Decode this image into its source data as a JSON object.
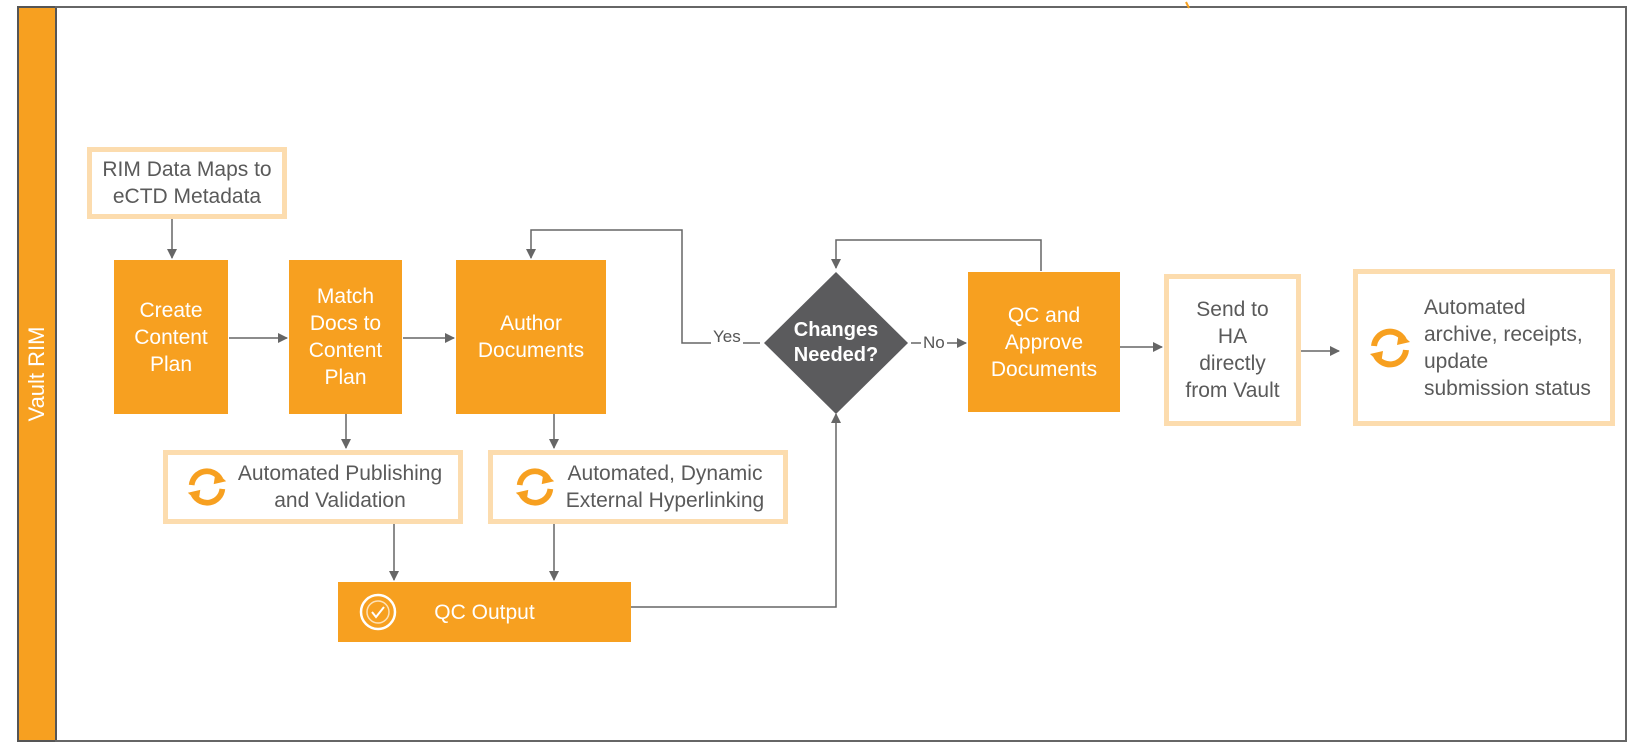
{
  "lane": {
    "label": "Vault RIM"
  },
  "nodes": {
    "rim_data": "RIM Data Maps to\neCTD Metadata",
    "create_plan": "Create\nContent\nPlan",
    "match_docs": "Match\nDocs to\nContent\nPlan",
    "author_docs": "Author\nDocuments",
    "changes_needed": "Changes\nNeeded?",
    "qc_approve": "QC and\nApprove\nDocuments",
    "send_ha": "Send to\nHA\ndirectly\nfrom Vault",
    "automated_archive": "Automated\narchive, receipts,\nupdate\nsubmission status",
    "auto_publishing": "Automated Publishing\nand Validation",
    "auto_hyperlinking": "Automated, Dynamic\nExternal Hyperlinking",
    "qc_output": "QC Output"
  },
  "edge_labels": {
    "yes": "Yes",
    "no": "No"
  },
  "icons": {
    "sync": "sync-icon",
    "check": "check-circle-icon"
  },
  "colors": {
    "orange": "#f7a020",
    "light_orange": "#fcdcae",
    "diamond": "#5b5b5d",
    "line": "#666666"
  }
}
